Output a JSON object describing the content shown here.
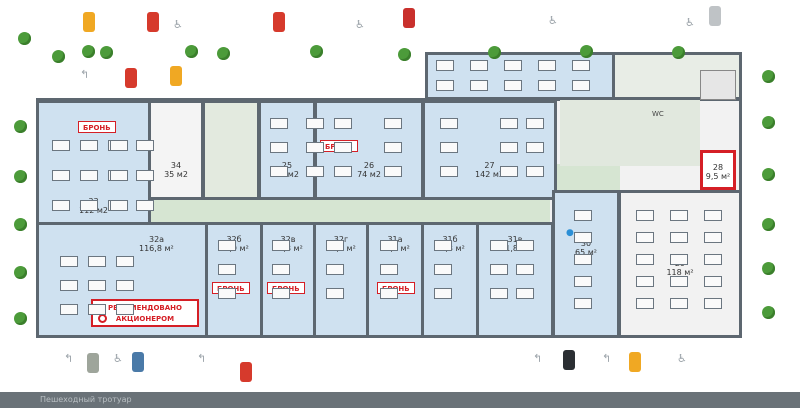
{
  "rooms": {
    "r33": {
      "number": "33",
      "area": "112 м2"
    },
    "r34": {
      "number": "34",
      "area": "35 м2"
    },
    "r25": {
      "number": "25",
      "area": "36 м2"
    },
    "r26": {
      "number": "26",
      "area": "74 м2"
    },
    "r27": {
      "number": "27",
      "area": "142 м2"
    },
    "r28": {
      "number": "28",
      "area": "9,5 м²"
    },
    "r29": {
      "number": "29",
      "area": "118 м²"
    },
    "r30": {
      "number": "30",
      "area": "65 м²"
    },
    "r32a": {
      "number": "32а",
      "area": "116,8 м²"
    },
    "r32b": {
      "number": "32б",
      "area": "42,9 м²"
    },
    "r32v": {
      "number": "32в",
      "area": "41,8 м²"
    },
    "r32g": {
      "number": "32г",
      "area": "42,6 м²"
    },
    "r31a": {
      "number": "31а",
      "area": "42,8 м²"
    },
    "r31b": {
      "number": "31б",
      "area": "43,3 м²"
    },
    "r31v": {
      "number": "31в",
      "area": "51,8 м²"
    }
  },
  "badges": {
    "booked": "БРОНЬ"
  },
  "recommended": {
    "line1": "РЕКОМЕНДОВАНО",
    "line2": "АКЦИОНЕРОМ"
  },
  "wc": {
    "label": "WC"
  },
  "footer": {
    "text": "Пешеходный тротуар"
  },
  "colors": {
    "office": "#cfe1f0",
    "corridor": "#d6e5d2",
    "wall": "#5d6770",
    "booked": "#d51f26",
    "highlight": "#d51f26"
  }
}
